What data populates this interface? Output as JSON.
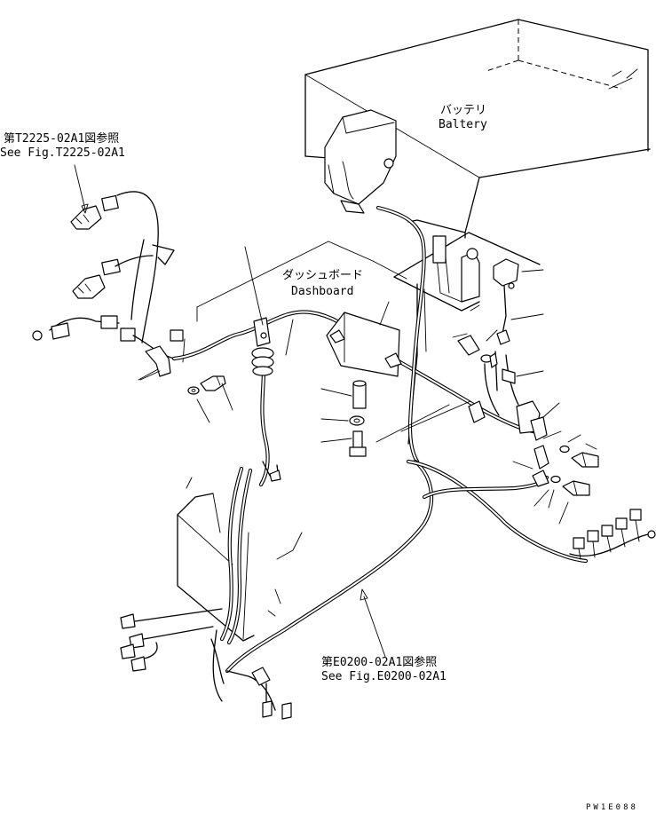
{
  "labels": {
    "battery_jp": "バッテリ",
    "battery_en": "Baltery",
    "dashboard_jp": "ダッシュボード",
    "dashboard_en": "Dashboard",
    "ref_top_jp": "第T2225-02A1図参照",
    "ref_top_en": "See Fig.T2225-02A1",
    "ref_bottom_jp": "第E0200-02A1図参照",
    "ref_bottom_en": "See Fig.E0200-02A1",
    "drawing_code": "PW1E088"
  }
}
